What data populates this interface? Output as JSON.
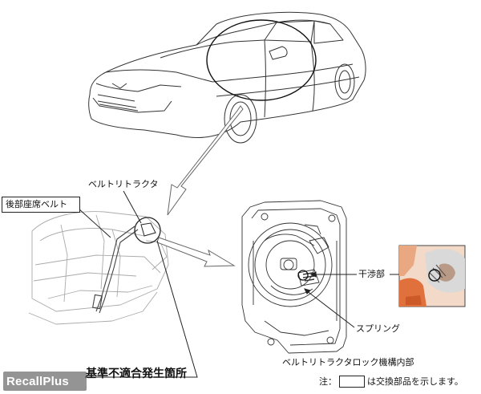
{
  "labels": {
    "belt_retractor": "ベルトリトラクタ",
    "rear_seat_belt": "後部座席ベルト",
    "interference_part": "干渉部",
    "spring": "スプリング",
    "retractor_lock_mechanism": "ベルトリトラクタロック機構内部",
    "nonconformity_location": "基準不適合発生箇所"
  },
  "note": {
    "prefix": "注：",
    "suffix": "は交換部品を示します。"
  },
  "watermark": "RecallPlus",
  "colors": {
    "line": "#333333",
    "light_line": "#9a9a9a",
    "photo_orange": "#e0703c",
    "photo_bg": "#f3d9c8"
  },
  "icons": [
    "car-illustration",
    "rear-seat-illustration",
    "retractor-mechanism-illustration",
    "part-photo"
  ]
}
